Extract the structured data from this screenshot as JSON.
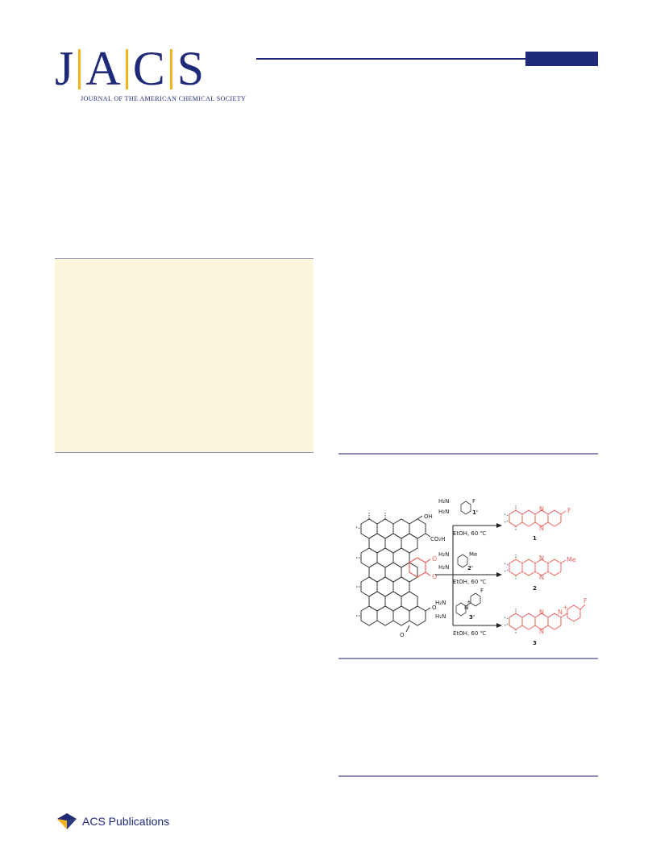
{
  "header": {
    "logo_letters": [
      "J",
      "A",
      "C",
      "S"
    ],
    "journal_name": "JOURNAL OF THE AMERICAN CHEMICAL SOCIETY"
  },
  "scheme": {
    "reagent_1_amine_top": "H₂N",
    "reagent_1_amine_bottom": "H₂N",
    "reagent_1_substituent": "F",
    "reagent_1_label": "1'",
    "reagent_2_amine_top": "H₂N",
    "reagent_2_amine_bottom": "H₂N",
    "reagent_2_substituent": "Me",
    "reagent_2_label": "2'",
    "reagent_3_amine_top": "H₂N",
    "reagent_3_amine_bottom": "H₂N",
    "reagent_3_label": "3'",
    "reagent_3_substituent": "F",
    "condition_1": "EtOH, 60 ℃",
    "condition_2": "EtOH, 60 ℃",
    "condition_3": "EtOH, 60 ℃",
    "product_1_label": "1",
    "product_2_label": "2",
    "product_3_label": "3",
    "product_1_substituent": "F",
    "product_2_substituent": "Me",
    "product_3_substituent": "F",
    "start_oh": "OH",
    "start_co2h": "CO₂H",
    "start_o": "O",
    "ring_n": "N",
    "plus": "+"
  },
  "footer": {
    "publisher": "ACS Publications"
  },
  "colors": {
    "brand_navy": "#1e2a78",
    "brand_gold": "#f2b51d",
    "abstract_bg": "#fdf6dd",
    "rule": "#8a8eb0",
    "product_red": "#e8635f"
  }
}
